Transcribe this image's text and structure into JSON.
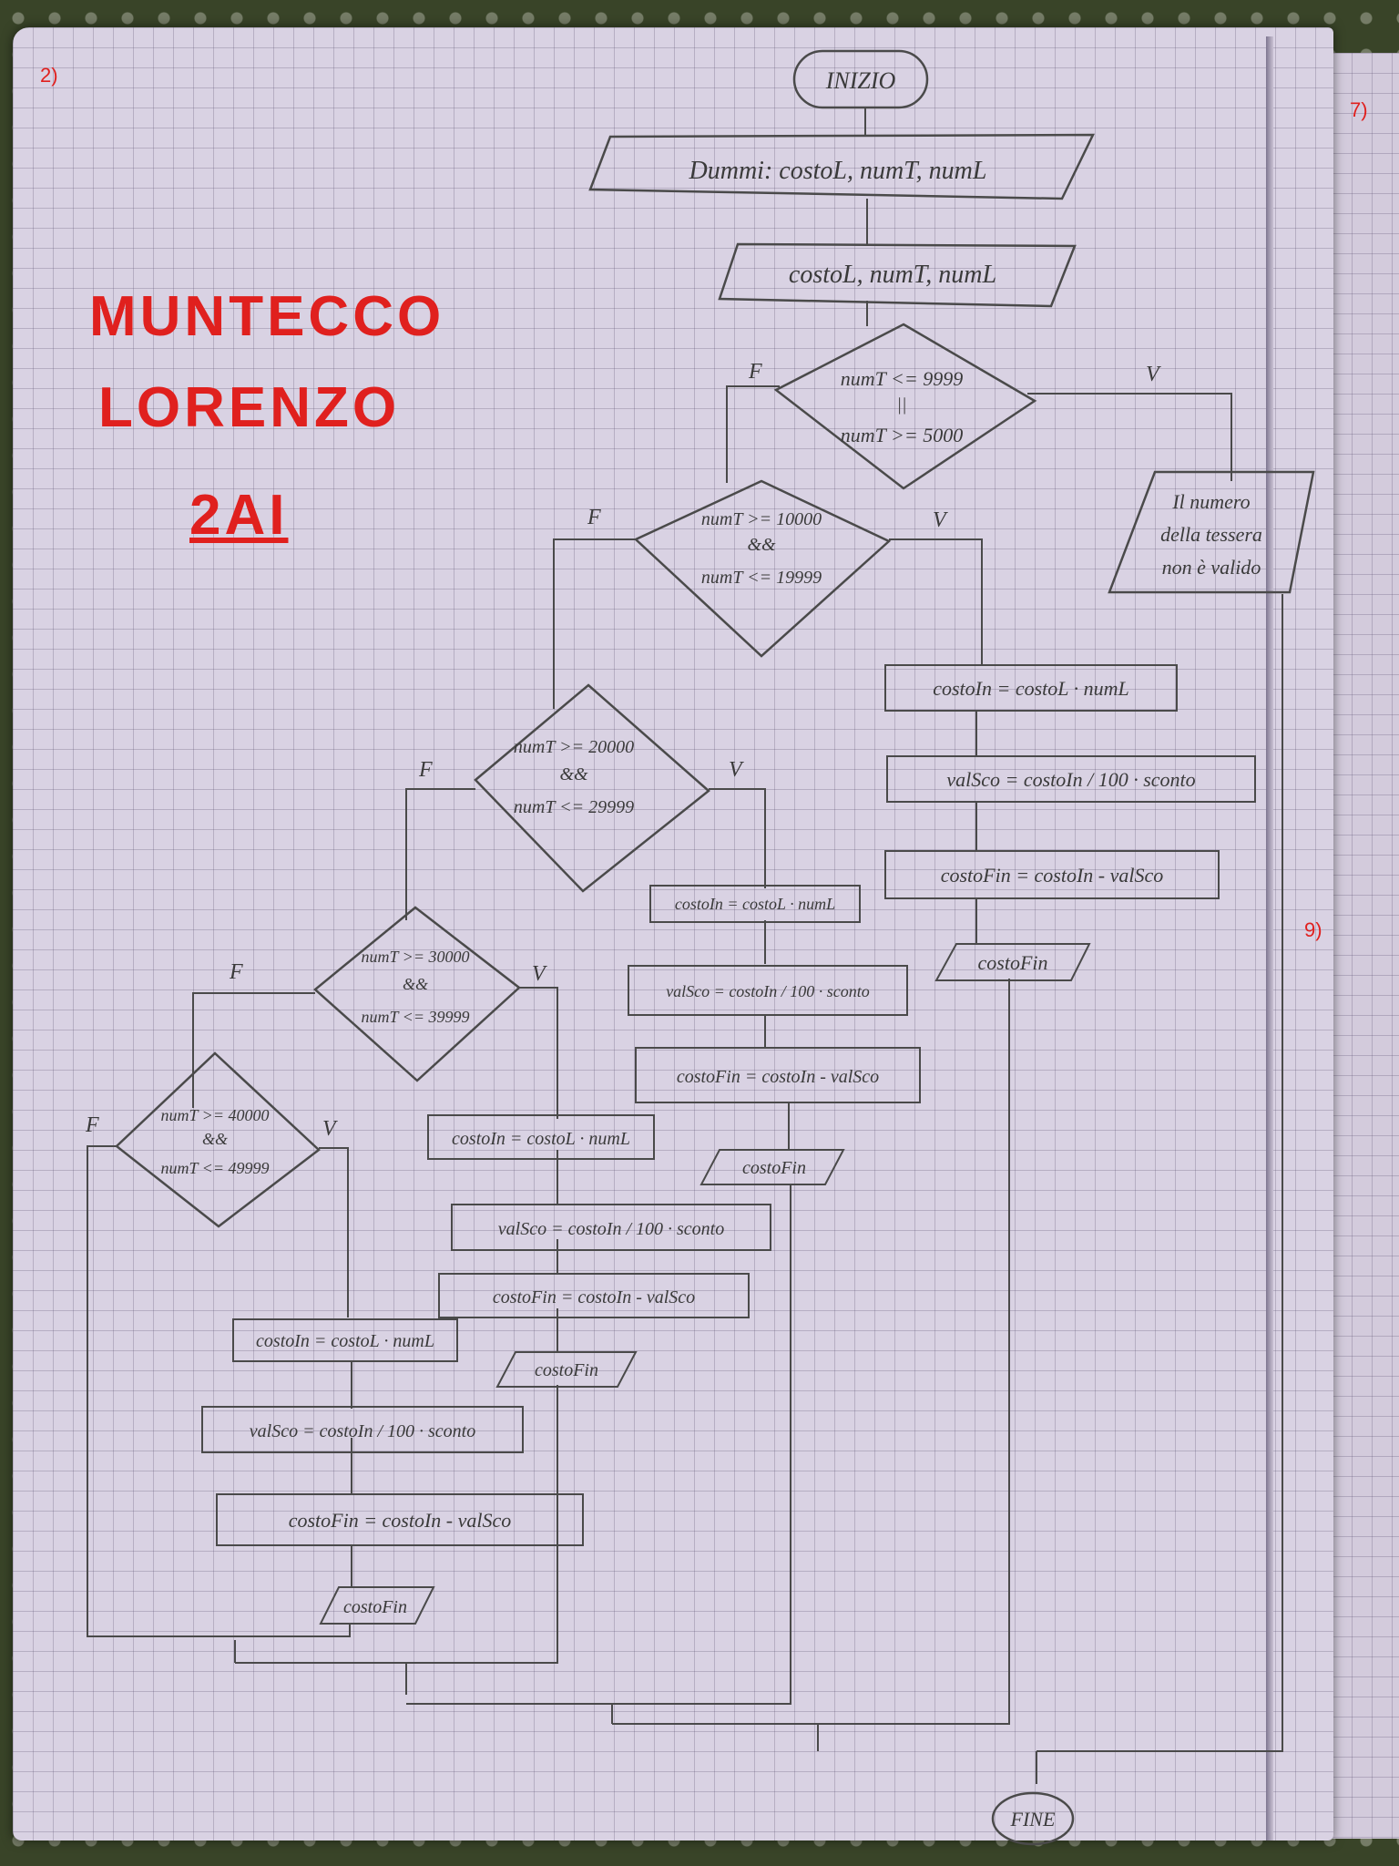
{
  "page": {
    "number_left": "2)",
    "number_right_top": "7)",
    "number_right_mid": "9)"
  },
  "author": {
    "line1": "MUNTECCO",
    "line2": "LORENZO",
    "line3": "2AI"
  },
  "flowchart": {
    "start": "INIZIO",
    "end": "FINE",
    "declare": "Dummi: costoL, numT, numL",
    "input": "costoL, numT, numL",
    "decision1": {
      "line1": "numT <= 9999",
      "line2": "||",
      "line3": "numT >= 5000"
    },
    "invalid_msg": {
      "line1": "Il numero",
      "line2": "della tessera",
      "line3": "non è valido"
    },
    "decision2": {
      "line1": "numT >= 10000",
      "line2": "&&",
      "line3": "numT <= 19999"
    },
    "decision3": {
      "line1": "numT >= 20000",
      "line2": "&&",
      "line3": "numT <= 29999"
    },
    "decision4": {
      "line1": "numT >= 30000",
      "line2": "&&",
      "line3": "numT <= 39999"
    },
    "decision5": {
      "line1": "numT >= 40000",
      "line2": "&&",
      "line3": "numT <= 49999"
    },
    "calc_costoIn": "costoIn = costoL · numL",
    "calc_valSco": "valSco = costoIn / 100 · sconto",
    "calc_costoFin": "costoFin = costoIn - valSco",
    "output_costoFin": "costoFin",
    "true_label": "V",
    "false_label": "F"
  }
}
